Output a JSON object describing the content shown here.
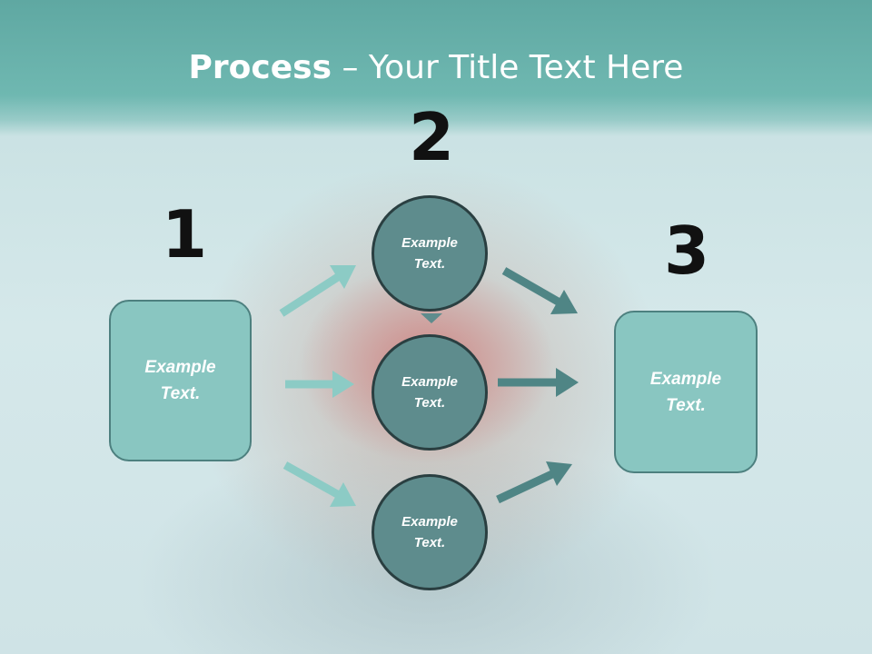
{
  "title": {
    "bold": "Process",
    "rest": " – Your Title Text Here"
  },
  "steps": [
    {
      "number": "1",
      "text": [
        "Example",
        "Text."
      ]
    },
    {
      "number": "2",
      "text": [
        "Example",
        "Text."
      ]
    },
    {
      "number": "3",
      "text": [
        "Example",
        "Text."
      ]
    }
  ],
  "circles": [
    {
      "text": [
        "Example",
        "Text."
      ]
    },
    {
      "text": [
        "Example",
        "Text."
      ]
    },
    {
      "text": [
        "Example",
        "Text."
      ]
    }
  ],
  "colors": {
    "header": "#6fb8b1",
    "box_fill": "#89c6c1",
    "circle_fill": "#5e8c8d",
    "arrow_light": "#8ccbc5",
    "arrow_dark": "#4f8585"
  }
}
